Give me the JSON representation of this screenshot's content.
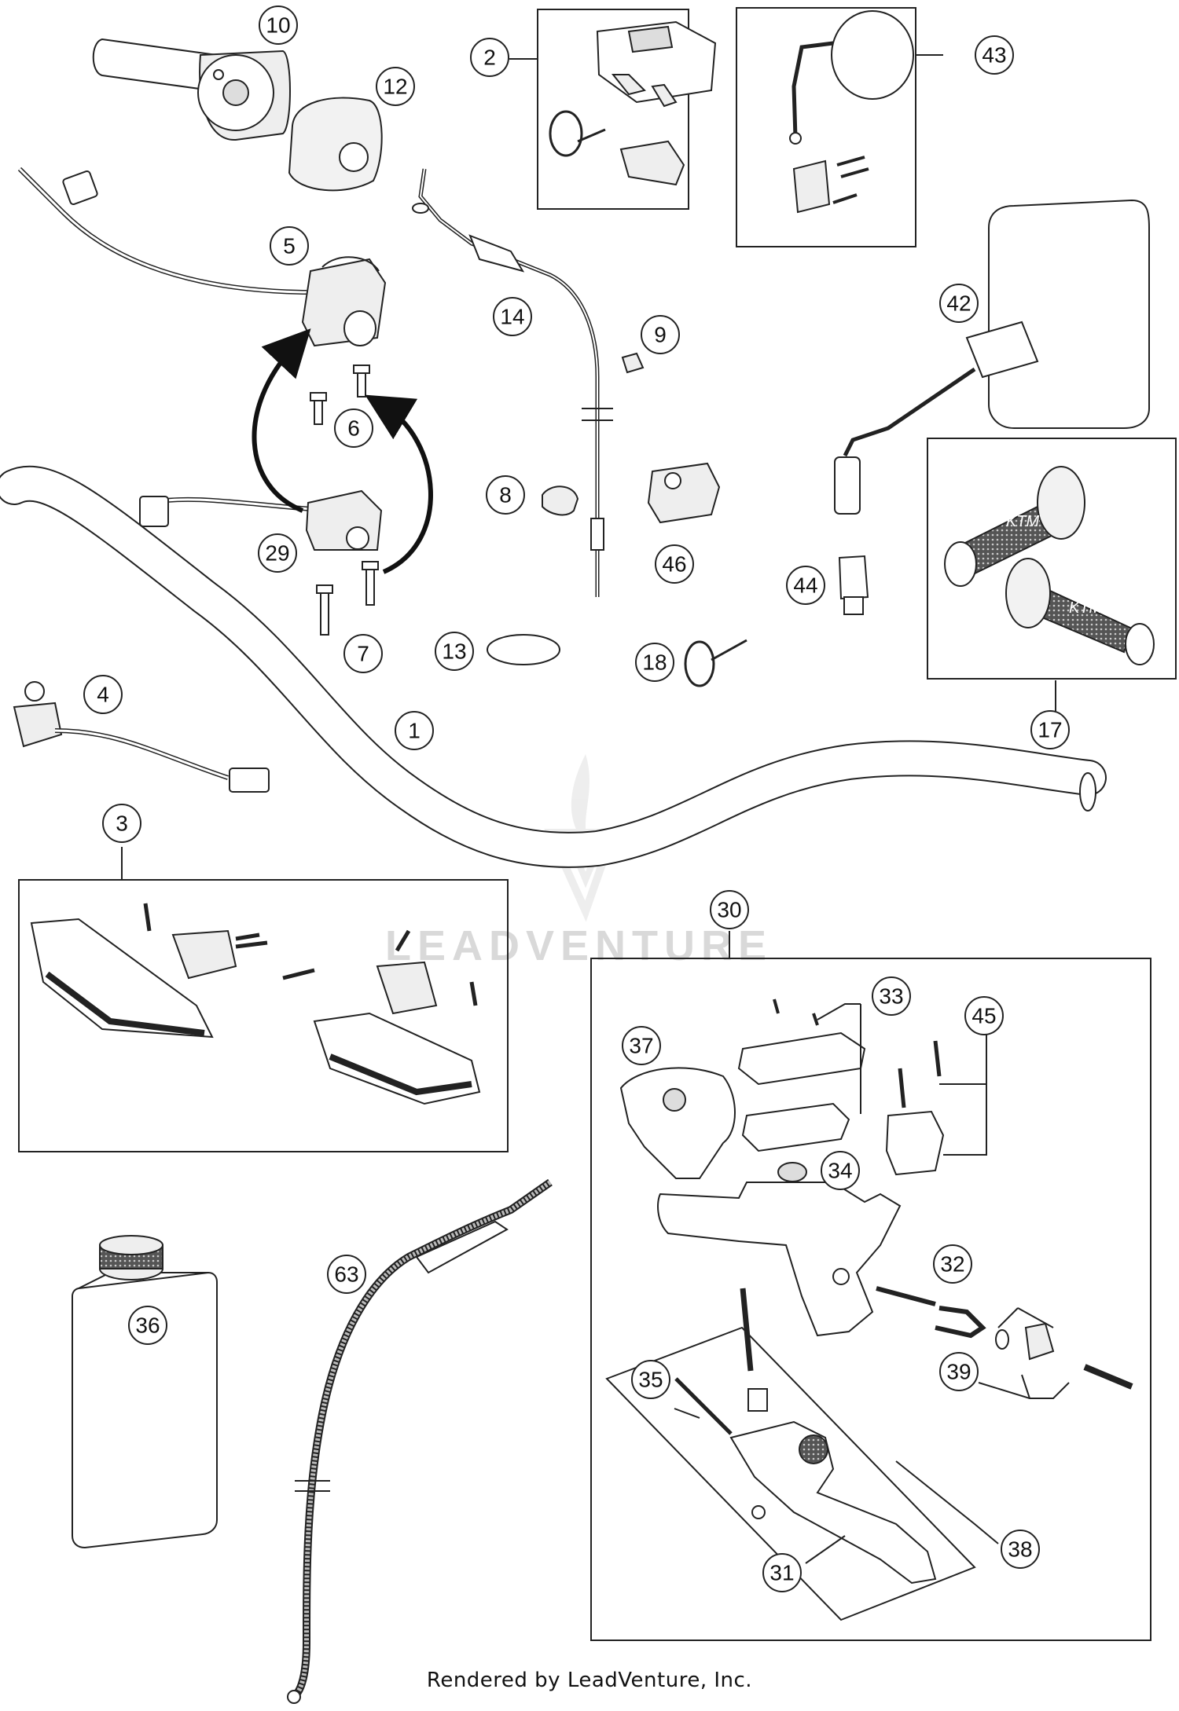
{
  "diagram": {
    "callouts": [
      "1",
      "2",
      "3",
      "4",
      "5",
      "6",
      "7",
      "8",
      "9",
      "10",
      "12",
      "13",
      "14",
      "17",
      "18",
      "29",
      "30",
      "31",
      "32",
      "33",
      "34",
      "35",
      "36",
      "37",
      "38",
      "39",
      "42",
      "43",
      "44",
      "45",
      "46",
      "63"
    ],
    "watermark": "LEADVENTURE",
    "footer": "Rendered by LeadVenture, Inc.",
    "grip_logo": "KTM",
    "line_color": "#222222",
    "part_fill": "#ffffff",
    "shade_fill": "#e6e6e6"
  }
}
